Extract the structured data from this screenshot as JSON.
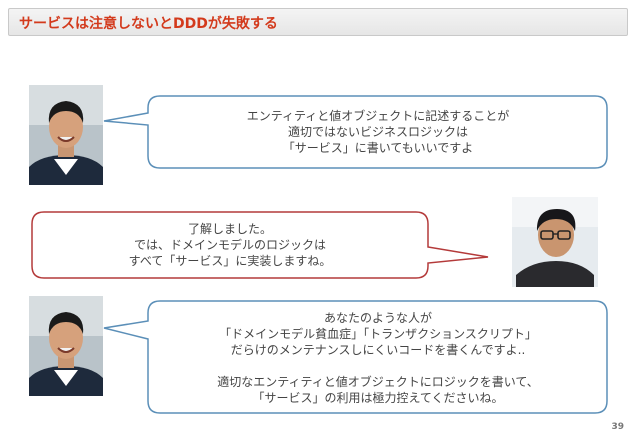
{
  "title": "サービスは注意しないとDDDが失敗する",
  "colors": {
    "title_text": "#d33a1c",
    "bubble_blue_border": "#5b8fb8",
    "bubble_red_border": "#b43a3a"
  },
  "speech": [
    {
      "speaker_avatar": "smiling-man-avatar",
      "lines": [
        "エンティティと値オブジェクトに記述することが",
        "適切ではないビジネスロジックは",
        "「サービス」に書いてもいいですよ"
      ]
    },
    {
      "speaker_avatar": "glasses-man-avatar",
      "lines": [
        "了解しました。",
        "では、ドメインモデルのロジックは",
        "すべて「サービス」に実装しますね。"
      ]
    },
    {
      "speaker_avatar": "smiling-man-avatar",
      "lines": [
        "あなたのような人が",
        "「ドメインモデル貧血症」「トランザクションスクリプト」",
        "だらけのメンテナンスしにくいコードを書くんですよ..",
        "",
        "適切なエンティティと値オブジェクトにロジックを書いて、",
        "「サービス」の利用は極力控えてくださいね。"
      ]
    }
  ],
  "page_number": "39"
}
